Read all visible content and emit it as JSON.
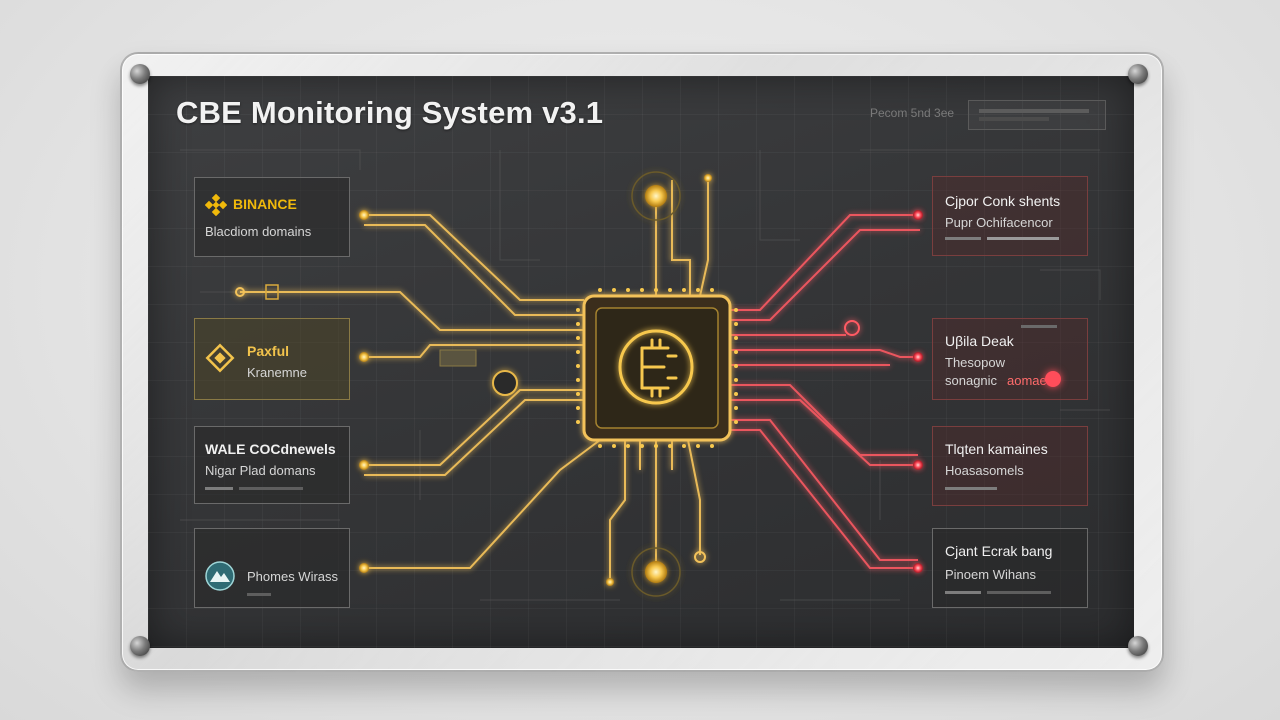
{
  "title": "CBE Monitoring System v3.1",
  "header": {
    "status_text": "Pecom 5nd 3ee"
  },
  "colors": {
    "accent_gold": "#f2c14a",
    "accent_red": "#ff4d5a",
    "panel": "#343537"
  },
  "left_cards": [
    {
      "name": "BINANCE",
      "line2": "Blacdiom domains",
      "icon": "binance-logo-icon"
    },
    {
      "name": "Paxful",
      "line2": "Kranemne",
      "icon": "paxful-logo-icon"
    },
    {
      "name": "WALE COCdnewels",
      "line2": "Nigar Plad domans"
    },
    {
      "name": "",
      "line2": "Phomes Wirass",
      "icon": "mountain-logo-icon"
    }
  ],
  "right_cards": [
    {
      "title": "Cjpor Conk shents",
      "line2": "Pupr Ochifacencor"
    },
    {
      "title": "Uβila Deak",
      "line2": "Thesopow",
      "line3_a": "sonagnic",
      "line3_b": "aomaet"
    },
    {
      "title": "Tlqten kamaines",
      "line2": "Hoasasomels"
    },
    {
      "title": "Cjant Ecrak bang",
      "line2": "Pinoem Wihans"
    }
  ],
  "chip": {
    "icon": "processor-chip-icon"
  }
}
